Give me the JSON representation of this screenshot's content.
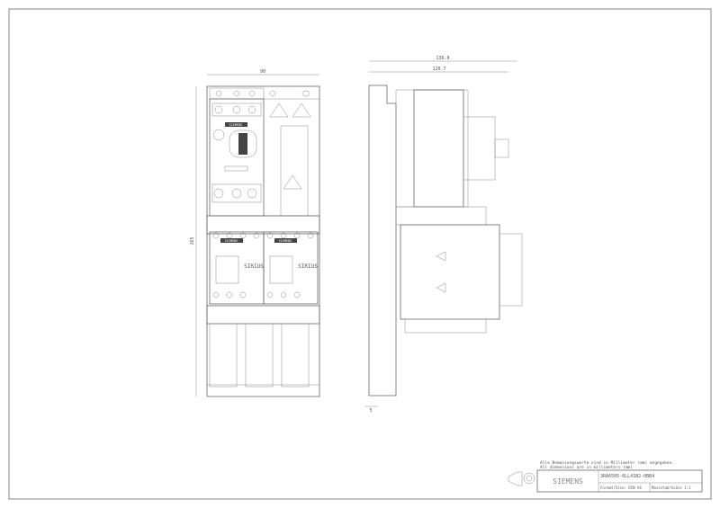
{
  "dimensions": {
    "front_width": "90",
    "front_height": "265",
    "side_total_depth": "136.8",
    "side_depth": "120.7",
    "side_offset": "5"
  },
  "labels": {
    "brand_small_1": "SIEMENS",
    "brand_small_2": "SIEMENS",
    "brand_small_3": "SIEMENS",
    "sirius_1": "SIRIUS",
    "sirius_2": "SIRIUS"
  },
  "title_block": {
    "note_de": "Alle Bemassungswerte sind in Millimeter (mm) angegeben.",
    "note_en": "All dimensions are in millimeters (mm)",
    "logo": "SIEMENS",
    "order_number": "3RA6505-0LL41B2-0BB4",
    "format": "Format/Size: DIN A4",
    "scale": "Massstab/Scale 1:1"
  }
}
